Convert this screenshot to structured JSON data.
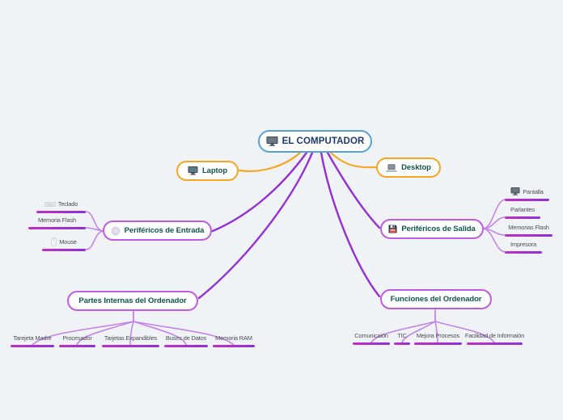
{
  "palette": {
    "background": "#EFF3F6",
    "root_border": "#57A1D9",
    "root_text": "#1C3A69",
    "orange_branch": "#F5A623",
    "violet_branch_line": "#9430D4",
    "violet_node_border": "#C05CE4",
    "child_connector": "#C583E8",
    "leaf_underline_left": "#C12FC4",
    "leaf_underline_right": "#8C31DC",
    "branch_text": "#10564C",
    "leaf_text": "#4E4E58"
  },
  "root": {
    "label": "EL COMPUTADOR",
    "icon": "desktop-computer-icon"
  },
  "branches": [
    {
      "label": "Laptop",
      "icon": "monitor-icon",
      "color": "#F5A623",
      "children": []
    },
    {
      "label": "Desktop",
      "icon": "laptop-icon",
      "color": "#F5A623",
      "children": []
    },
    {
      "label": "Periféricos de Entrada",
      "icon": "cd-disc-icon",
      "color": "#C05CE4",
      "children": [
        {
          "label": "Teclado",
          "icon": "keyboard-icon"
        },
        {
          "label": "Memoria Flash"
        },
        {
          "label": "Mouse",
          "icon": "mouse-icon"
        }
      ]
    },
    {
      "label": "Periféricos de Salida",
      "icon": "floppy-disk-icon",
      "color": "#C05CE4",
      "children": [
        {
          "label": "Pantalla",
          "icon": "monitor-icon"
        },
        {
          "label": "Parlantes"
        },
        {
          "label": "Memorias Flash"
        },
        {
          "label": "Impresora"
        }
      ]
    },
    {
      "label": "Partes Internas del Ordenador",
      "color": "#C05CE4",
      "children": [
        {
          "label": "Tarejeta Madre"
        },
        {
          "label": "Procesador"
        },
        {
          "label": "Tarjetas Expandibles"
        },
        {
          "label": "Buses de Datos"
        },
        {
          "label": "Memoria RAM"
        }
      ]
    },
    {
      "label": "Funciones del Ordenador",
      "color": "#C05CE4",
      "children": [
        {
          "label": "Comunicaión"
        },
        {
          "label": "TIC"
        },
        {
          "label": "Mejora Procesos"
        },
        {
          "label": "Facilidad de Informaión"
        }
      ]
    }
  ]
}
